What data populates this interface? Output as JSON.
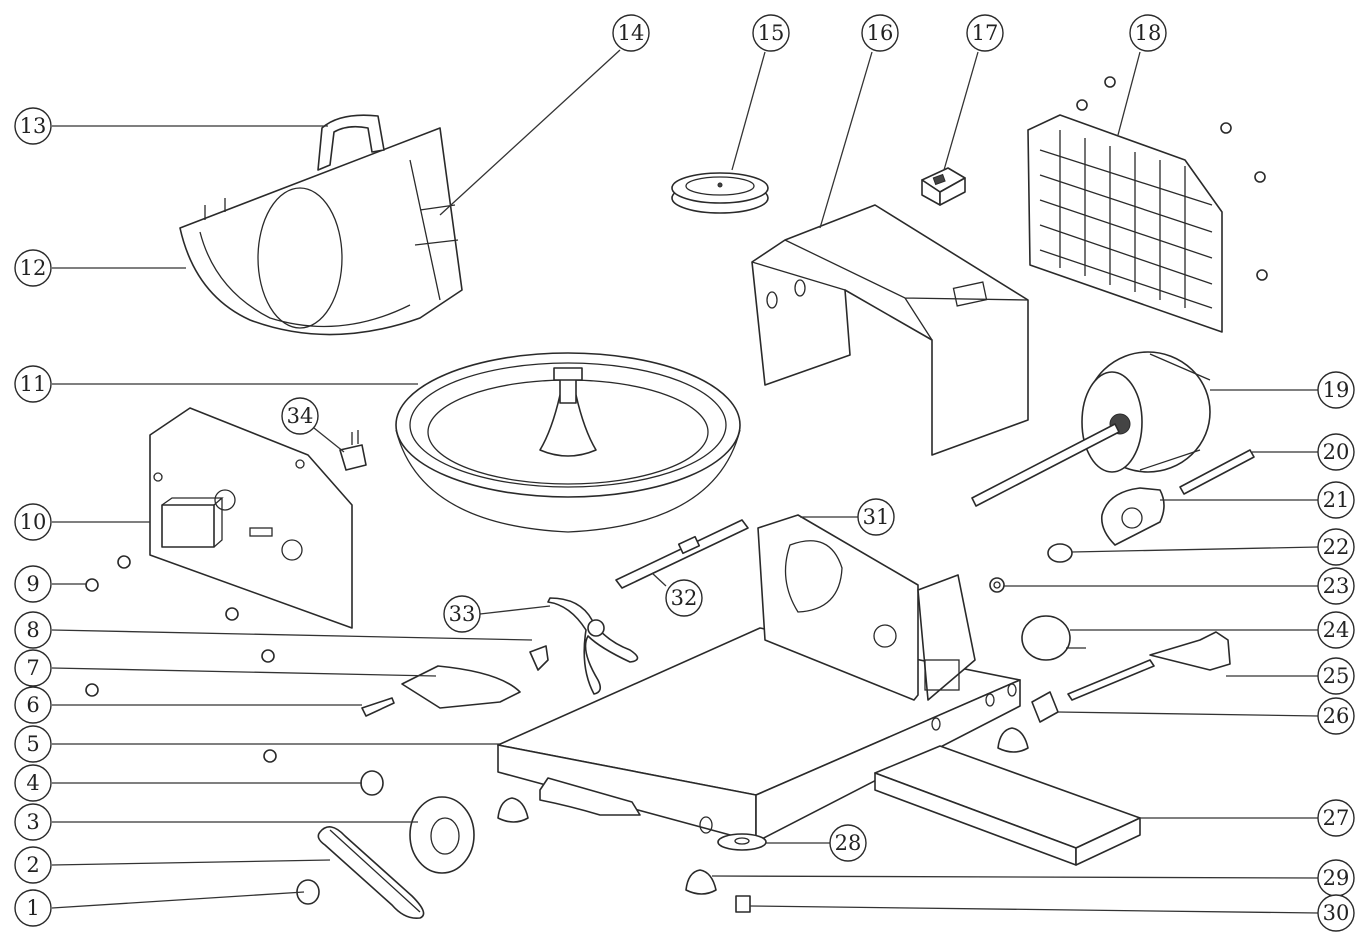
{
  "callouts": [
    {
      "id": "c1",
      "label": "1"
    },
    {
      "id": "c2",
      "label": "2"
    },
    {
      "id": "c3",
      "label": "3"
    },
    {
      "id": "c4",
      "label": "4"
    },
    {
      "id": "c5",
      "label": "5"
    },
    {
      "id": "c6",
      "label": "6"
    },
    {
      "id": "c7",
      "label": "7"
    },
    {
      "id": "c8",
      "label": "8"
    },
    {
      "id": "c9",
      "label": "9"
    },
    {
      "id": "c10",
      "label": "10"
    },
    {
      "id": "c11",
      "label": "11"
    },
    {
      "id": "c12",
      "label": "12"
    },
    {
      "id": "c13",
      "label": "13"
    },
    {
      "id": "c14",
      "label": "14"
    },
    {
      "id": "c15",
      "label": "15"
    },
    {
      "id": "c16",
      "label": "16"
    },
    {
      "id": "c17",
      "label": "17"
    },
    {
      "id": "c18",
      "label": "18"
    },
    {
      "id": "c19",
      "label": "19"
    },
    {
      "id": "c20",
      "label": "20"
    },
    {
      "id": "c21",
      "label": "21"
    },
    {
      "id": "c22",
      "label": "22"
    },
    {
      "id": "c23",
      "label": "23"
    },
    {
      "id": "c24",
      "label": "24"
    },
    {
      "id": "c25",
      "label": "25"
    },
    {
      "id": "c26",
      "label": "26"
    },
    {
      "id": "c27",
      "label": "27"
    },
    {
      "id": "c28",
      "label": "28"
    },
    {
      "id": "c29",
      "label": "29"
    },
    {
      "id": "c30",
      "label": "30"
    },
    {
      "id": "c31",
      "label": "31"
    },
    {
      "id": "c32",
      "label": "32"
    },
    {
      "id": "c33",
      "label": "33"
    },
    {
      "id": "c34",
      "label": "34"
    }
  ],
  "colors": {
    "line": "#2a2a2a",
    "background": "#ffffff"
  }
}
